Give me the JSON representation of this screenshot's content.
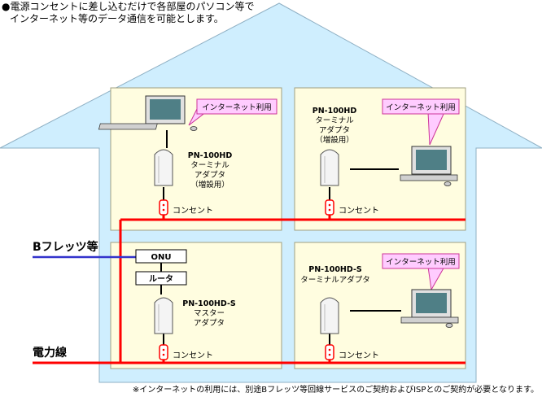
{
  "header": {
    "line1": "●電源コンセントに差し込むだけで各部屋のパソコン等で",
    "line2": "インターネット等のデータ通信を可能とします。"
  },
  "rooms": {
    "top_left": {
      "device_model": "PN-100HD",
      "device_desc": [
        "ターミナル",
        "アダプタ",
        "（増設用）"
      ],
      "callout": "インターネット利用",
      "outlet": "コンセント"
    },
    "top_right": {
      "device_model": "PN-100HD",
      "device_desc": [
        "ターミナル",
        "アダプタ",
        "（増設用）"
      ],
      "callout": "インターネット利用",
      "outlet": "コンセント"
    },
    "bottom_left": {
      "onu": "ONU",
      "router": "ルータ",
      "device_model": "PN-100HD-S",
      "device_desc": [
        "マスター",
        "アダプタ"
      ],
      "outlet": "コンセント"
    },
    "bottom_right": {
      "device_model": "PN-100HD-S",
      "device_desc": [
        "ターミナルアダプタ"
      ],
      "callout": "インターネット利用",
      "outlet": "コンセント"
    }
  },
  "lines": {
    "flets_label": "Bフレッツ等",
    "power_label": "電力線"
  },
  "footnote": "※インターネットの利用には、別途Bフレッツ等回線サービスのご契約およびISPとのご契約が必要となります。",
  "colors": {
    "house_fill": "#cfeefe",
    "room_fill": "#fffde0",
    "power_line": "#ff0000",
    "flets_line": "#3333cc",
    "callout_fill": "#ffccff",
    "callout_border": "#cc3399"
  }
}
